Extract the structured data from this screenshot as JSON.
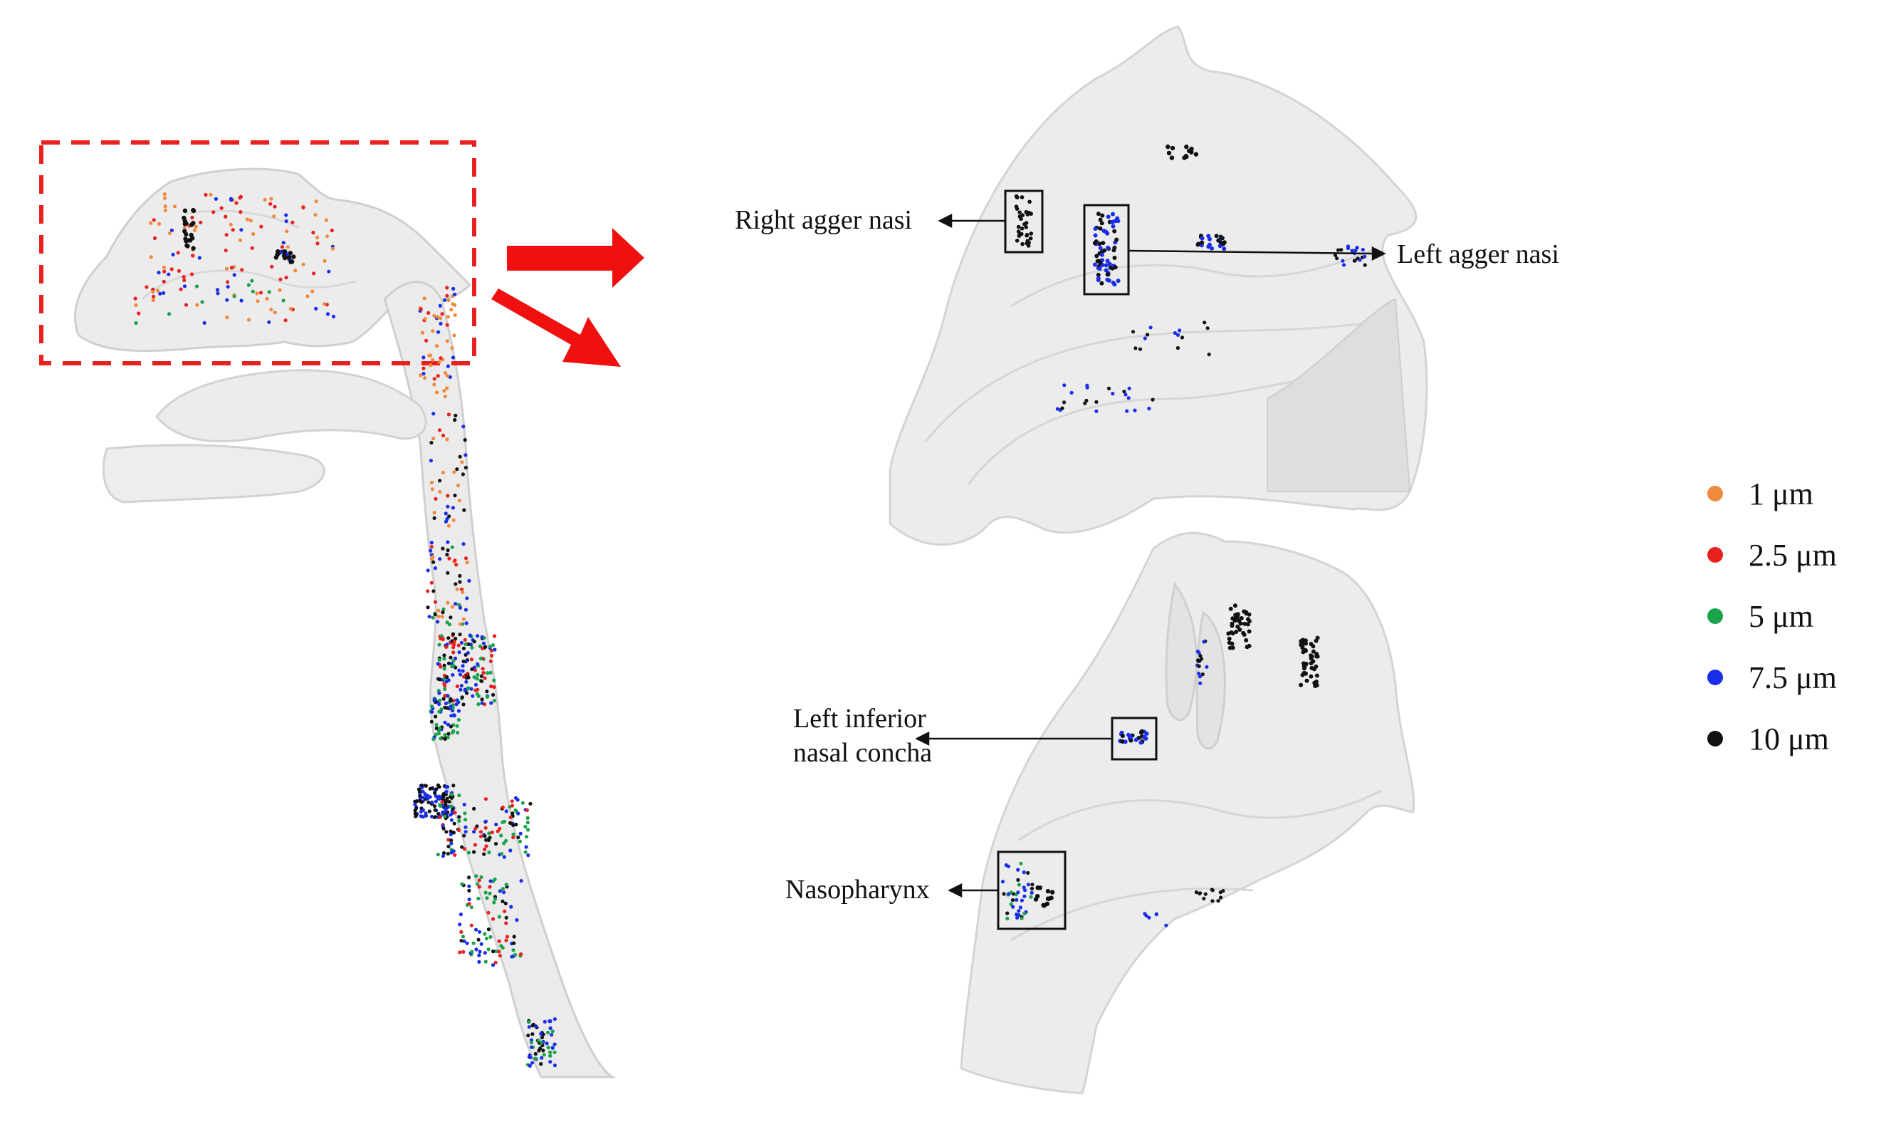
{
  "callouts": {
    "right_agger_nasi": "Right agger nasi",
    "left_agger_nasi": "Left agger nasi",
    "left_inferior_line1": "Left inferior",
    "left_inferior_line2": "nasal concha",
    "nasopharynx": "Nasopharynx"
  },
  "legend": {
    "items": [
      {
        "label": "1 μm",
        "color": "#f0893e"
      },
      {
        "label": "2.5 μm",
        "color": "#e8201e"
      },
      {
        "label": "5 μm",
        "color": "#19a34a"
      },
      {
        "label": "7.5 μm",
        "color": "#1a2ee8"
      },
      {
        "label": "10 μm",
        "color": "#111111"
      }
    ]
  },
  "colors": {
    "airway_fill": "#e9e9e9",
    "airway_stroke": "#c9c9c9",
    "highlight_box": "#e8201e",
    "arrow_red": "#f01010",
    "annotation_black": "#111111"
  }
}
